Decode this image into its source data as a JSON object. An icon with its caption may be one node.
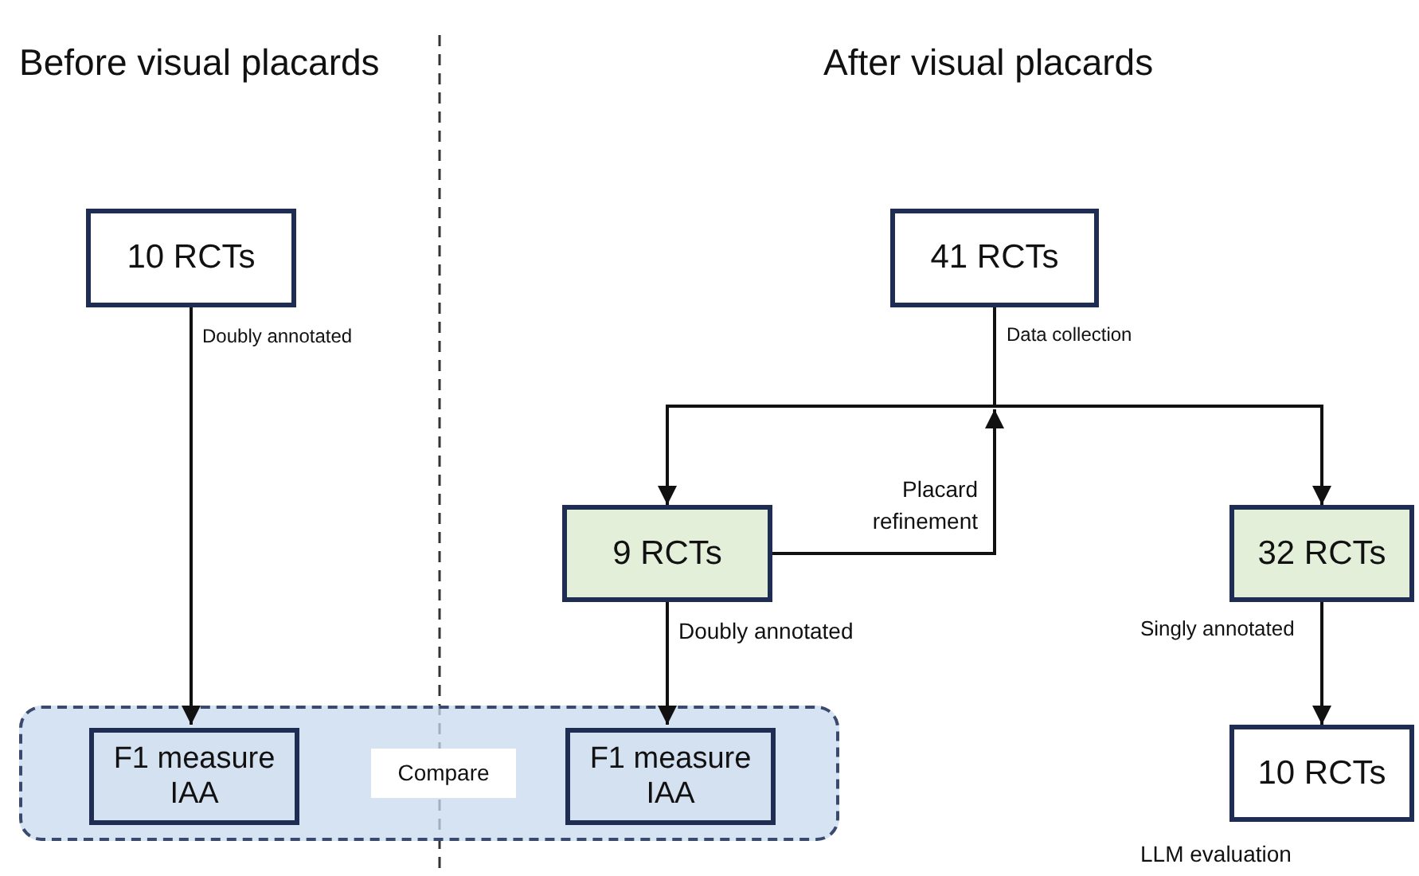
{
  "diagram": {
    "nodes": [
      {
        "text": [
          "10 RCTs"
        ]
      },
      {
        "text": [
          "41 RCTs"
        ]
      },
      {
        "text": [
          "9 RCTs"
        ]
      },
      {
        "text": [
          "32 RCTs"
        ]
      },
      {
        "text": [],
        "shape": "box"
      },
      {
        "text": [
          "F1 measure IAA"
        ],
        "in": 4
      },
      {
        "text": [
          "Compare"
        ],
        "in": 4
      },
      {
        "text": [
          "F1 measure IAA"
        ],
        "in": 4
      },
      {
        "text": [
          "10 RCTs"
        ],
        "beside": [
          "LLM evaluation"
        ]
      }
    ],
    "edges": [
      {
        "from": 0,
        "to": 5,
        "arrow": "to",
        "label": "Doubly annotated"
      },
      {
        "from": 1,
        "to": 2,
        "arrow": "to",
        "label": "Data collection"
      },
      {
        "from": 1,
        "to": 3,
        "arrow": "to"
      },
      {
        "from": 2,
        "to": 1,
        "arrow": "to",
        "label": "Placard refinement"
      },
      {
        "from": 2,
        "to": 7,
        "arrow": "to",
        "label": "Doubly annotated"
      },
      {
        "from": 3,
        "to": 8,
        "arrow": "to",
        "label": "Singly annotated"
      }
    ],
    "labels": [
      "Before visual placards",
      "After visual placards"
    ]
  }
}
